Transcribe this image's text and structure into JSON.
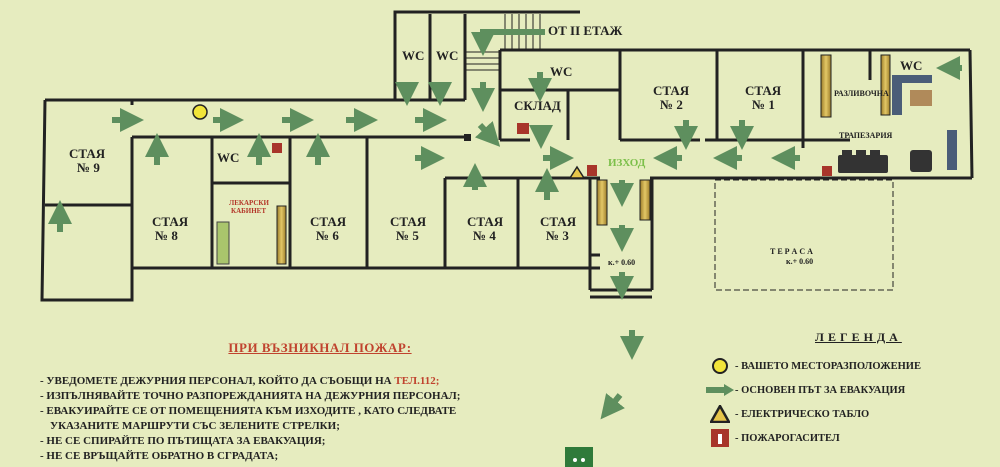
{
  "floor_plan": {
    "stair_label": "ОТ II ЕТАЖ",
    "exit_label": "ИЗХОД",
    "rooms": [
      {
        "id": "room-9",
        "line1": "СТАЯ",
        "line2": "№ 9"
      },
      {
        "id": "room-8",
        "line1": "СТАЯ",
        "line2": "№ 8"
      },
      {
        "id": "room-6",
        "line1": "СТАЯ",
        "line2": "№ 6"
      },
      {
        "id": "room-5",
        "line1": "СТАЯ",
        "line2": "№ 5"
      },
      {
        "id": "room-4",
        "line1": "СТАЯ",
        "line2": "№ 4"
      },
      {
        "id": "room-3",
        "line1": "СТАЯ",
        "line2": "№ 3"
      },
      {
        "id": "room-2",
        "line1": "СТАЯ",
        "line2": "№ 2"
      },
      {
        "id": "room-1",
        "line1": "СТАЯ",
        "line2": "№ 1"
      }
    ],
    "wc_label": "WC",
    "storage_label": "СКЛАД",
    "medical_line1": "ЛЕКАРСКИ",
    "medical_line2": "КАБИНЕТ",
    "bar_label": "РАЗЛИВОЧНА",
    "dining_label": "ТРАПЕЗАРИЯ",
    "terrace_label": "Т Е Р А С А",
    "terrace_level": "к.+ 0.60",
    "exit_level": "к.+ 0.60"
  },
  "instructions": {
    "title": "ПРИ ВЪЗНИКНАЛ ПОЖАР:",
    "lines": [
      {
        "text": "-  УВЕДОМЕТЕ  ДЕЖУРНИЯ  ПЕРСОНАЛ,  КОЙТО ДА СЪОБЩИ  НА ",
        "highlight": "ТЕЛ.112;"
      },
      {
        "text": "-  ИЗПЪЛНЯВАЙТЕ  ТОЧНО РАЗПОРЕЖДАНИЯТА НА  ДЕЖУРНИЯ  ПЕРСОНАЛ;"
      },
      {
        "text": "-  ЕВАКУИРАЙТЕ СЕ ОТ ПОМЕЩЕНИЯТА КЪМ ИЗХОДИТЕ , КАТО СЛЕДВАТЕ"
      },
      {
        "text": "   УКАЗАНИТЕ МАРШРУТИ СЪС ЗЕЛЕНИТЕ СТРЕЛКИ;"
      },
      {
        "text": "-  НЕ СЕ СПИРАЙТЕ ПО ПЪТИЩАТА ЗА ЕВАКУАЦИЯ;"
      },
      {
        "text": "-  НЕ СЕ ВРЪЩАЙТЕ ОБРАТНО В СГРАДАТА;"
      }
    ]
  },
  "legend": {
    "title": "ЛЕГЕНДА",
    "items": [
      {
        "icon": "location-marker-icon",
        "label": "-  ВАШЕТО МЕСТОРАЗПОЛОЖЕНИЕ"
      },
      {
        "icon": "evacuation-arrow-icon",
        "label": "-  ОСНОВЕН ПЪТ ЗА ЕВАКУАЦИЯ"
      },
      {
        "icon": "electrical-panel-icon",
        "label": "-  ЕЛЕКТРИЧЕСКО ТАБЛО"
      },
      {
        "icon": "fire-extinguisher-icon",
        "label": "-  ПОЖАРОГАСИТЕЛ"
      }
    ]
  },
  "colors": {
    "background": "#e6ecbf",
    "wall": "#222222",
    "arrow": "#5e8f5e",
    "location": "#f2e53a",
    "extinguisher": "#a8352a",
    "exit_text": "#7cbf4a",
    "title_red": "#c0432e"
  }
}
